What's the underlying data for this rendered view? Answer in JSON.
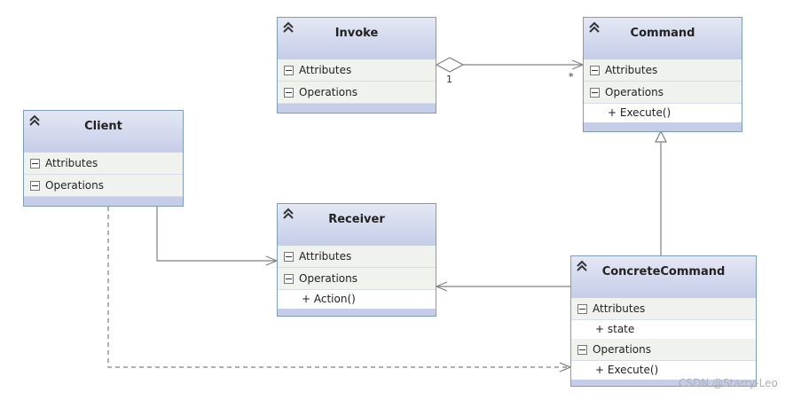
{
  "diagram": {
    "classes": {
      "invoke": {
        "name": "Invoke",
        "attributes_label": "Attributes",
        "operations_label": "Operations"
      },
      "command": {
        "name": "Command",
        "attributes_label": "Attributes",
        "operations_label": "Operations",
        "operations": [
          "+ Execute()"
        ]
      },
      "client": {
        "name": "Client",
        "attributes_label": "Attributes",
        "operations_label": "Operations"
      },
      "receiver": {
        "name": "Receiver",
        "attributes_label": "Attributes",
        "operations_label": "Operations",
        "operations": [
          "+ Action()"
        ]
      },
      "concrete_command": {
        "name": "ConcreteCommand",
        "attributes_label": "Attributes",
        "attributes": [
          "+ state"
        ],
        "operations_label": "Operations",
        "operations": [
          "+ Execute()"
        ]
      }
    },
    "relationships": [
      {
        "from": "Invoke",
        "to": "Command",
        "kind": "aggregation",
        "source_multiplicity": "1",
        "target_multiplicity": "*"
      },
      {
        "from": "ConcreteCommand",
        "to": "Command",
        "kind": "generalization"
      },
      {
        "from": "Client",
        "to": "Receiver",
        "kind": "association"
      },
      {
        "from": "ConcreteCommand",
        "to": "Receiver",
        "kind": "association"
      },
      {
        "from": "Client",
        "to": "ConcreteCommand",
        "kind": "dependency"
      }
    ]
  },
  "watermark": "CSDN @Starry-Leo"
}
